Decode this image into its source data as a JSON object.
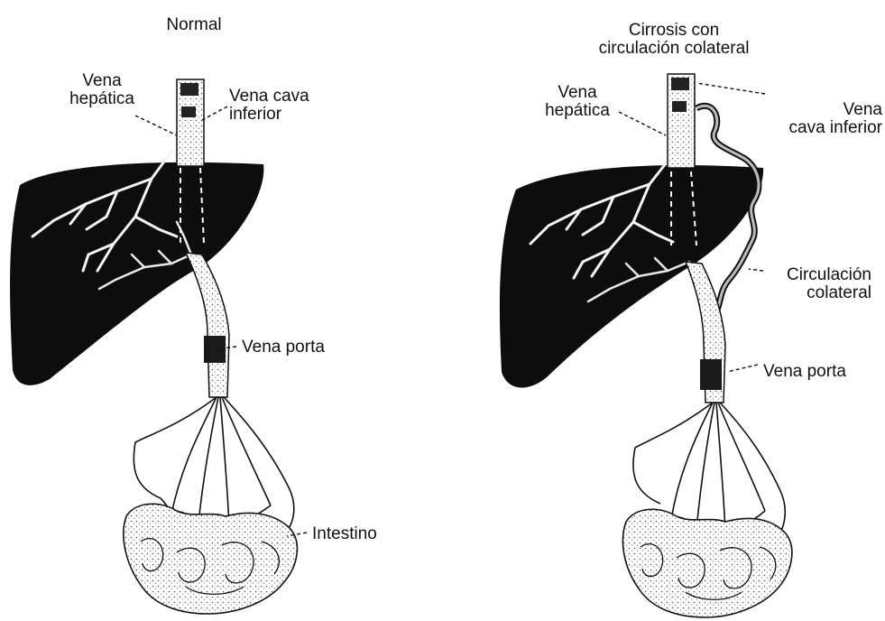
{
  "colors": {
    "ink": "#111111",
    "paper": "#ffffff"
  },
  "panels": [
    {
      "id": "normal",
      "title": "Normal",
      "labels": {
        "hepatic_vein": "Vena\nhepática",
        "vena_cava": "Vena cava\ninferior",
        "portal_vein": "Vena porta",
        "intestine": "Intestino"
      }
    },
    {
      "id": "cirrhosis",
      "title": "Cirrosis con\ncirculación colateral",
      "labels": {
        "hepatic_vein": "Vena\nhepática",
        "vena_cava": "Vena\ncava inferior",
        "collateral": "Circulación\ncolateral",
        "portal_vein": "Vena porta"
      }
    }
  ]
}
